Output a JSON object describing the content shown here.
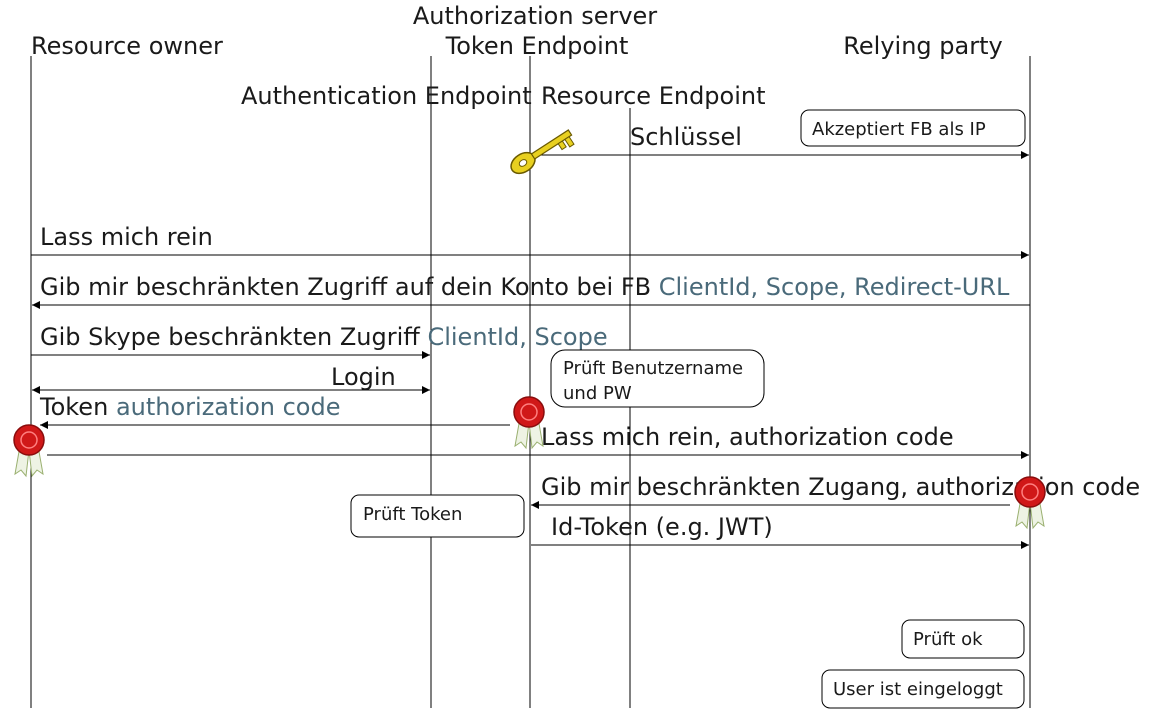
{
  "lanes": {
    "resource_owner": "Resource owner",
    "authorization_server": "Authorization server",
    "token_endpoint": "Token Endpoint",
    "relying_party": "Relying party",
    "authentication_endpoint": "Authentication Endpoint",
    "resource_endpoint": "Resource Endpoint"
  },
  "messages": {
    "schluessel": "Schlüssel",
    "lass_mich_rein": "Lass mich rein",
    "gib_mir_zugriff": "Gib mir beschränkten Zugriff auf dein Konto bei FB",
    "gib_mir_zugriff_params": "ClientId, Scope, Redirect-URL",
    "gib_skype": "Gib Skype beschränkten Zugriff",
    "gib_skype_params": "ClientId, Scope",
    "login": "Login",
    "token": "Token",
    "token_param": "authorization code",
    "lass_mich_rein_code": "Lass mich rein, authorization code",
    "gib_mir_zugang": "Gib mir beschränkten Zugang, authorization code",
    "id_token": "Id-Token (e.g. JWT)"
  },
  "notes": {
    "akzeptiert": "Akzeptiert FB als IP",
    "prueft_benutzer_1": "Prüft Benutzername",
    "prueft_benutzer_2": "und PW",
    "prueft_token": "Prüft Token",
    "prueft_ok": "Prüft ok",
    "eingeloggt": "User ist eingeloggt"
  },
  "colors": {
    "param_blue": "#4a6a7a",
    "id_token_maroon": "#6a1a40",
    "key_gold": "#e8d020",
    "seal_red": "#d01818"
  },
  "icons": [
    "key-icon",
    "wax-seal-icon"
  ]
}
